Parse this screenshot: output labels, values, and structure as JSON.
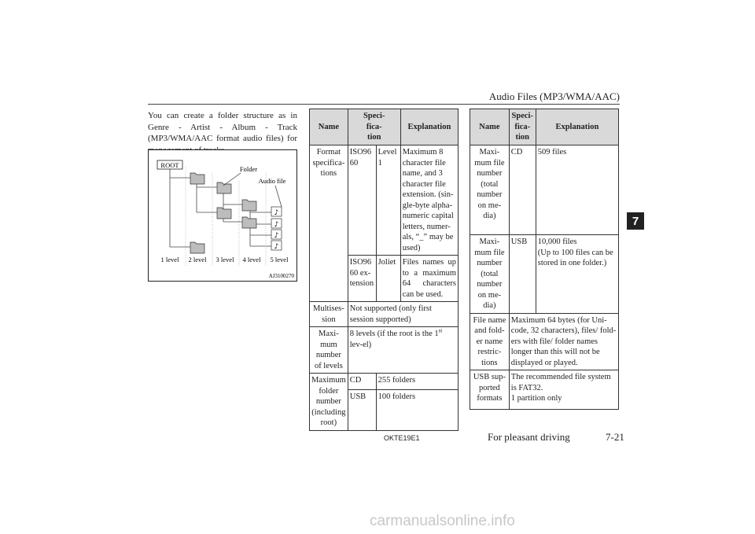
{
  "header": {
    "title": "Audio Files (MP3/WMA/AAC)",
    "chapter": "7"
  },
  "intro": "You can create a folder structure as in Genre - Artist - Album - Track (MP3/WMA/AAC format audio files) for management of tracks.",
  "figure": {
    "root_label": "ROOT",
    "folder_label": "Folder",
    "audio_label": "Audio file",
    "levels": [
      "1 level",
      "2 level",
      "3 level",
      "4 level",
      "5 level"
    ],
    "code": "AJ3100270"
  },
  "table1": {
    "headers": [
      "Name",
      "Speci-\nfica-\ntion",
      "Explanation"
    ],
    "format_name": "Format\nspecifica-\ntions",
    "iso_spec": "ISO96\n60",
    "level_label": "Level\n1",
    "level_text": "Maximum 8 character file name, and 3 character file extension. (sin-gle-byte alpha-numeric capital letters, numer-als, “_” may be used)",
    "ext_spec": "ISO96\n60 ex-\ntension",
    "joliet_label": "Joliet",
    "joliet_text": "Files names up to a maximum 64 characters can be used.",
    "multisession_name": "Multises-\nsion",
    "multisession_text": "Not supported (only first session supported)",
    "maxlevels_name": "Maxi-\nmum\nnumber\nof levels",
    "maxlevels_text_pre": "8 levels (if the root is the 1",
    "maxlevels_sup": "st",
    "maxlevels_text_post": " lev-el)",
    "maxfolder_name": "Maximum\nfolder\nnumber\n(including\nroot)",
    "cd_label": "CD",
    "cd_value": "255 folders",
    "usb_label": "USB",
    "usb_value": "100 folders"
  },
  "table2": {
    "headers": [
      "Name",
      "Speci-\nfica-\ntion",
      "Explanation"
    ],
    "row1_name": "Maxi-\nmum file\nnumber\n(total\nnumber\non me-\ndia)",
    "row1_spec": "CD",
    "row1_text": "509 files",
    "row2_name": "Maxi-\nmum file\nnumber\n(total\nnumber\non me-\ndia)",
    "row2_spec": "USB",
    "row2_text": "10,000 files\n(Up to 100 files can be stored in one folder.)",
    "row3_name": "File name\nand fold-\ner name\nrestric-\ntions",
    "row3_text": "Maximum 64 bytes (for Uni-code, 32 characters), files/ fold-ers with file/ folder names longer than this will not be displayed or played.",
    "row4_name": "USB sup-\nported\nformats",
    "row4_text": "The recommended file system is FAT32.\n1 partition only"
  },
  "footer": {
    "code": "OKTE19E1",
    "section": "For pleasant driving",
    "page": "7-21"
  },
  "watermark": "carmanualsonline.info"
}
